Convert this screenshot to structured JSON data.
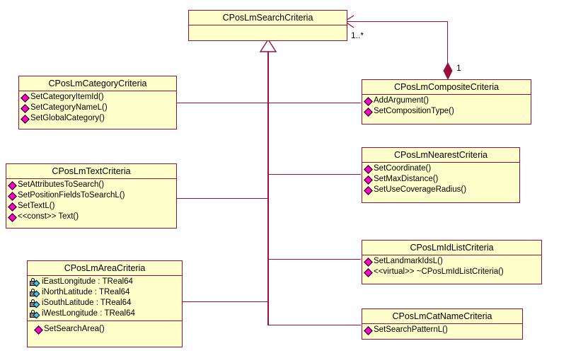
{
  "diagram": {
    "type": "uml-class-diagram",
    "background": "#ffffff",
    "class_fill": "#ffffcc",
    "class_border": "#99113b",
    "operation_icon_color": "#ff00cc",
    "attribute_icon_color": "#33ccff"
  },
  "classes": {
    "search": {
      "name": "CPosLmSearchCriteria",
      "attributes": [],
      "operations": []
    },
    "category": {
      "name": "CPosLmCategoryCriteria",
      "attributes": [],
      "operations": [
        {
          "icon": "operation-diamond-icon",
          "label": "SetCategoryItemId()"
        },
        {
          "icon": "operation-diamond-icon",
          "label": "SetCategoryNameL()"
        },
        {
          "icon": "operation-diamond-icon",
          "label": "SetGlobalCategory()"
        }
      ]
    },
    "composite": {
      "name": "CPosLmCompositeCriteria",
      "attributes": [],
      "operations": [
        {
          "icon": "operation-diamond-icon",
          "label": "AddArgument()"
        },
        {
          "icon": "operation-diamond-icon",
          "label": "SetCompositionType()"
        }
      ]
    },
    "text": {
      "name": "CPosLmTextCriteria",
      "attributes": [],
      "operations": [
        {
          "icon": "operation-diamond-icon",
          "label": "SetAttributesToSearch()"
        },
        {
          "icon": "operation-diamond-icon",
          "label": "SetPositionFieldsToSearchL()"
        },
        {
          "icon": "operation-diamond-icon",
          "label": "SetTextL()"
        },
        {
          "icon": "operation-diamond-icon",
          "label": "<<const>> Text()"
        }
      ]
    },
    "nearest": {
      "name": "CPosLmNearestCriteria",
      "attributes": [],
      "operations": [
        {
          "icon": "operation-diamond-icon",
          "label": "SetCoordinate()"
        },
        {
          "icon": "operation-diamond-icon",
          "label": "SetMaxDistance()"
        },
        {
          "icon": "operation-diamond-icon",
          "label": "SetUseCoverageRadius()"
        }
      ]
    },
    "idlist": {
      "name": "CPosLmIdListCriteria",
      "attributes": [],
      "operations": [
        {
          "icon": "operation-diamond-icon",
          "label": "SetLandmarkIdsL()"
        },
        {
          "icon": "operation-diamond-icon",
          "label": "<<virtual>> ~CPosLmIdListCriteria()"
        }
      ]
    },
    "area": {
      "name": "CPosLmAreaCriteria",
      "attributes": [
        {
          "icon": "private-attribute-icon",
          "label": "iEastLongitude : TReal64"
        },
        {
          "icon": "private-attribute-icon",
          "label": "iNorthLatitude : TReal64"
        },
        {
          "icon": "private-attribute-icon",
          "label": "iSouthLatitude : TReal64"
        },
        {
          "icon": "private-attribute-icon",
          "label": "iWestLongitude : TReal64"
        }
      ],
      "operations": [
        {
          "icon": "operation-diamond-icon",
          "label": "SetSearchArea()"
        }
      ]
    },
    "catname": {
      "name": "CPosLmCatNameCriteria",
      "attributes": [],
      "operations": [
        {
          "icon": "operation-diamond-icon",
          "label": "SetSearchPatternL()"
        }
      ]
    }
  },
  "relationships": {
    "aggregation": {
      "source": "CPosLmCompositeCriteria",
      "target": "CPosLmSearchCriteria",
      "source_multiplicity": "1",
      "target_multiplicity": "1..*"
    },
    "generalizations": [
      {
        "child": "CPosLmCategoryCriteria",
        "parent": "CPosLmSearchCriteria"
      },
      {
        "child": "CPosLmCompositeCriteria",
        "parent": "CPosLmSearchCriteria"
      },
      {
        "child": "CPosLmTextCriteria",
        "parent": "CPosLmSearchCriteria"
      },
      {
        "child": "CPosLmNearestCriteria",
        "parent": "CPosLmSearchCriteria"
      },
      {
        "child": "CPosLmAreaCriteria",
        "parent": "CPosLmSearchCriteria"
      },
      {
        "child": "CPosLmIdListCriteria",
        "parent": "CPosLmSearchCriteria"
      },
      {
        "child": "CPosLmCatNameCriteria",
        "parent": "CPosLmSearchCriteria"
      }
    ]
  }
}
